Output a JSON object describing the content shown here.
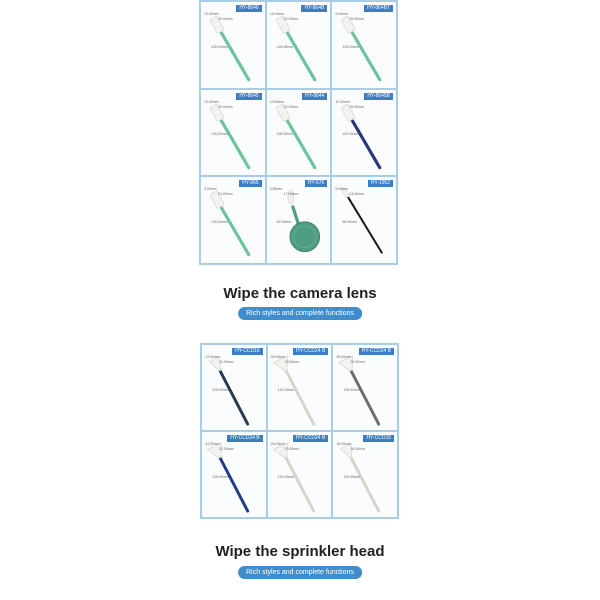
{
  "section_camera": {
    "heading": "Wipe the camera lens",
    "subtitle": "Rich styles and complete functions",
    "products": [
      {
        "model": "HY-8646",
        "dims": [
          "13.50mm",
          "25.00mm",
          "125.00mm"
        ],
        "color": "#6cc49a",
        "head": "paddle"
      },
      {
        "model": "HY-864B",
        "dims": [
          "16.00mm",
          "25.00mm",
          "125.00mm"
        ],
        "color": "#6cc49a",
        "head": "paddle"
      },
      {
        "model": "HY-864BT",
        "dims": [
          "9.00mm",
          "25.00mm",
          "125.00mm"
        ],
        "color": "#6cc49a",
        "head": "paddle"
      },
      {
        "model": "HY-8645",
        "dims": [
          "13.00mm",
          "25.00mm",
          "125.00mm"
        ],
        "color": "#6cc49a",
        "head": "paddle"
      },
      {
        "model": "HY-8644",
        "dims": [
          "13.50mm",
          "25.00mm",
          "125.00mm"
        ],
        "color": "#6cc49a",
        "head": "paddle"
      },
      {
        "model": "HY-8645B",
        "dims": [
          "11.00mm",
          "25.00mm",
          "122.00mm"
        ],
        "color": "#27397a",
        "head": "paddle"
      },
      {
        "model": "HY-865",
        "dims": [
          "9.00mm",
          "24.00mm",
          "125.00mm"
        ],
        "color": "#6cc49a",
        "head": "paddle"
      },
      {
        "model": "HY-676",
        "dims": [
          "3.50mm",
          "17.00mm",
          "82.00mm"
        ],
        "color": "#4f9e82",
        "head": "round"
      },
      {
        "model": "HY-1052",
        "dims": [
          "5.00mm",
          "13.00mm",
          "95.00mm"
        ],
        "color": "#1a1a1a",
        "head": "thin"
      }
    ]
  },
  "section_sprinkler": {
    "heading": "Wipe the sprinkler head",
    "subtitle": "Rich styles and complete functions",
    "products": [
      {
        "model": "HY-CCD16",
        "dims": [
          "13.00mm",
          "22.00mm",
          "125.00mm"
        ],
        "color": "#263a52",
        "head": "wedge"
      },
      {
        "model": "HY-CCD24 B",
        "dims": [
          "25.00mm",
          "19.50mm",
          "120.00mm"
        ],
        "color": "#d8d4c8",
        "head": "wedge-wide"
      },
      {
        "model": "HY-CCD24 B",
        "dims": [
          "26.00mm",
          "20.00mm",
          "125.00mm"
        ],
        "color": "#6b6f6b",
        "head": "wedge-wide"
      },
      {
        "model": "HY-CCD24 B",
        "dims": [
          "24.00mm",
          "22.00mm",
          "125.00mm"
        ],
        "color": "#233a8c",
        "head": "wedge-wide"
      },
      {
        "model": "HY-CCD24 B",
        "dims": [
          "25.00mm",
          "20.50mm",
          "120.00mm"
        ],
        "color": "#d8d4c8",
        "head": "wedge-wide"
      },
      {
        "model": "HY-CCD15",
        "dims": [
          "16.00mm",
          "18.00mm",
          "120.00mm"
        ],
        "color": "#d8d4c8",
        "head": "wedge"
      }
    ]
  }
}
